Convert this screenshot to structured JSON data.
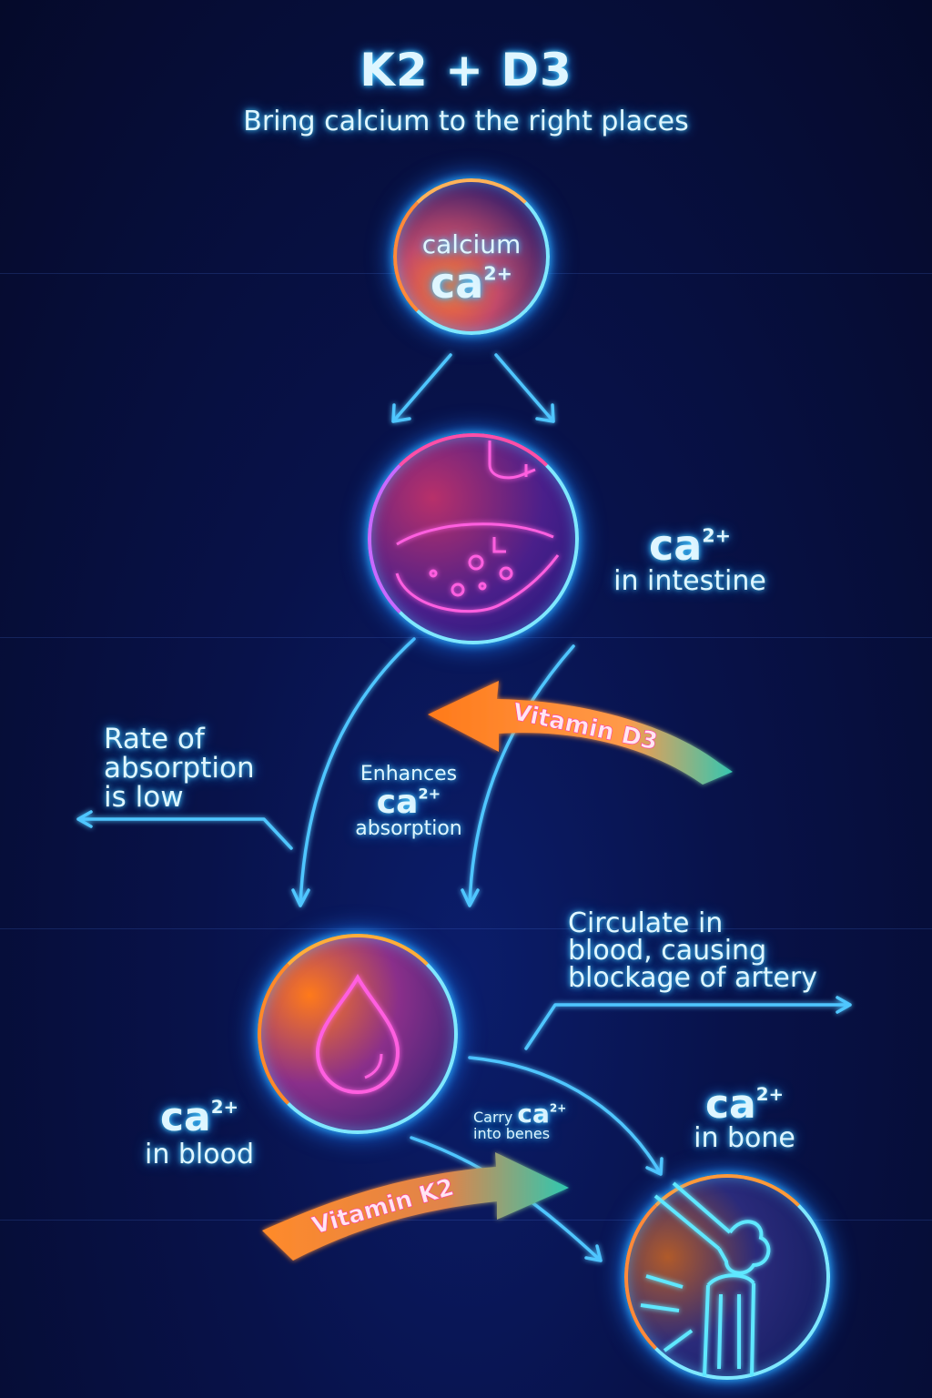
{
  "header": {
    "title": "K2 + D3",
    "subtitle": "Bring calcium to the right places"
  },
  "nodes": {
    "calcium": {
      "label": "calcium",
      "symbol": "ca",
      "charge": "2+"
    },
    "intestine": {
      "symbol": "ca",
      "charge": "2+",
      "label": "in intestine"
    },
    "blood": {
      "symbol": "ca",
      "charge": "2+",
      "label": "in blood"
    },
    "bone": {
      "symbol": "ca",
      "charge": "2+",
      "label": "in bone"
    }
  },
  "annotations": {
    "low_absorption": [
      "Rate of",
      "absorption",
      "is low"
    ],
    "enhances": {
      "line1": "Enhances",
      "symbol": "ca",
      "charge": "2+",
      "line3": "absorption"
    },
    "circulate": [
      "Circulate in",
      "blood, causing",
      "blockage of artery"
    ],
    "carry": {
      "prefix": "Carry",
      "symbol": "ca",
      "charge": "2+",
      "suffix": "into benes"
    }
  },
  "vitamins": {
    "d3": "Vitamin D3",
    "k2": "Vitamin K2"
  },
  "icons": [
    "stomach-icon",
    "blood-drop-icon",
    "bone-joint-icon"
  ],
  "colors": {
    "neon_cyan": "#5fe0ff",
    "neon_blue": "#2f8cff",
    "neon_pink": "#ff4fd8",
    "neon_orange": "#ff8a2a",
    "background": "#07103f"
  }
}
